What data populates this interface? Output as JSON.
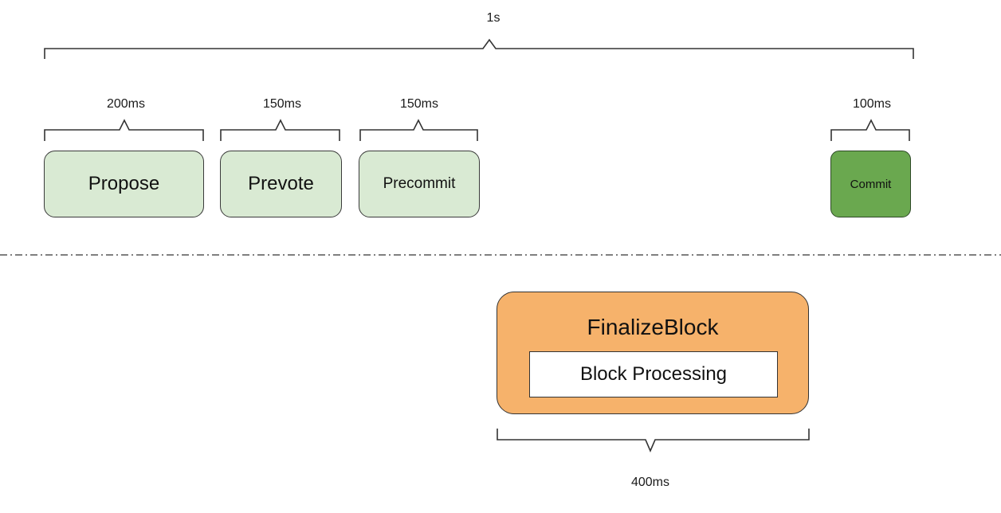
{
  "total": {
    "label": "1s"
  },
  "phases": [
    {
      "name": "Propose",
      "duration": "200ms"
    },
    {
      "name": "Prevote",
      "duration": "150ms"
    },
    {
      "name": "Precommit",
      "duration": "150ms"
    },
    {
      "name": "Commit",
      "duration": "100ms"
    }
  ],
  "finalize": {
    "title": "FinalizeBlock",
    "inner": "Block Processing",
    "duration": "400ms"
  },
  "colors": {
    "phase_fill": "#d9ead3",
    "commit_fill": "#6aa84f",
    "finalize_fill": "#f6b26b",
    "line": "#333333"
  }
}
